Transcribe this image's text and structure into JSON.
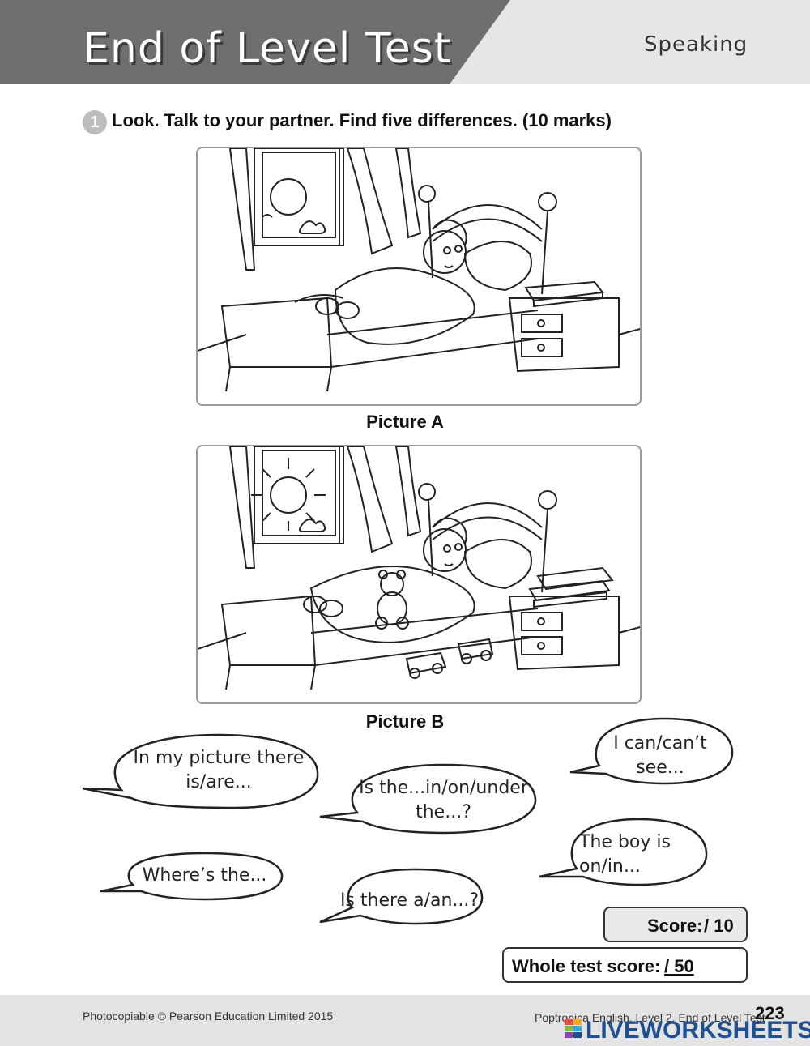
{
  "header": {
    "title": "End of Level Test",
    "section": "Speaking"
  },
  "question": {
    "number": "1",
    "instruction": "Look. Talk to your partner. Find five differences. (10 marks)"
  },
  "pictures": [
    {
      "caption": "Picture A"
    },
    {
      "caption": "Picture B"
    }
  ],
  "bubbles": {
    "b1": {
      "line1": "In my picture there",
      "line2": "is/are..."
    },
    "b2": {
      "line1": "I can/can’t",
      "line2": "see..."
    },
    "b3": {
      "line1": "Is the...in/on/under",
      "line2": "the...?"
    },
    "b4": {
      "line1": "The boy is",
      "line2": "on/in..."
    },
    "b5": {
      "line1": "Where’s the..."
    },
    "b6": {
      "line1": "Is there a/an...?"
    }
  },
  "scores": {
    "score_label": "Score:",
    "score_value": "/ 10",
    "whole_label": "Whole test score:",
    "whole_value": "/ 50"
  },
  "footer": {
    "copyright": "Photocopiable © Pearson Education Limited 2015",
    "book": "Poptropica English, Level 2, End of Level Test",
    "page": "223",
    "watermark": "LIVEWORKSHEETS"
  },
  "colors": {
    "header_dark": "#6f6f6f",
    "header_light": "#e6e6e6",
    "watermark_blue": "#1f4f8f"
  }
}
